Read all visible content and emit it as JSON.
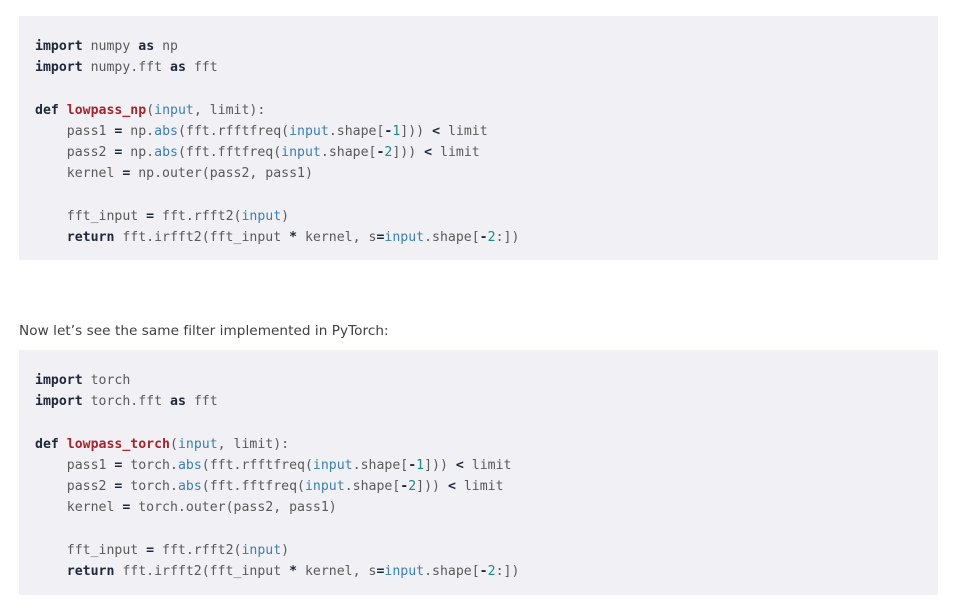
{
  "document": {
    "background_color": "#ffffff",
    "code_block_background": "#f1f0f5",
    "accent_colors": {
      "keyword": "#20293b",
      "function_name": "#a6232c",
      "builtin": "#3c7fb1",
      "number": "#1b8a86",
      "plain": "#5a5a5a",
      "body_text": "#404040"
    }
  },
  "paragraph": {
    "text": "Now let’s see the same filter implemented in PyTorch:"
  },
  "code_blocks": [
    {
      "language": "python",
      "name": "numpy-lowpass-filter",
      "lines": [
        [
          {
            "t": "import",
            "c": "kw"
          },
          {
            "t": " ",
            "c": "pln"
          },
          {
            "t": "numpy",
            "c": "pln"
          },
          {
            "t": " ",
            "c": "pln"
          },
          {
            "t": "as",
            "c": "kw"
          },
          {
            "t": " ",
            "c": "pln"
          },
          {
            "t": "np",
            "c": "pln"
          }
        ],
        [
          {
            "t": "import",
            "c": "kw"
          },
          {
            "t": " ",
            "c": "pln"
          },
          {
            "t": "numpy.fft",
            "c": "pln"
          },
          {
            "t": " ",
            "c": "pln"
          },
          {
            "t": "as",
            "c": "kw"
          },
          {
            "t": " ",
            "c": "pln"
          },
          {
            "t": "fft",
            "c": "pln"
          }
        ],
        [],
        [
          {
            "t": "def",
            "c": "kw"
          },
          {
            "t": " ",
            "c": "pln"
          },
          {
            "t": "lowpass_np",
            "c": "fn"
          },
          {
            "t": "(",
            "c": "pun"
          },
          {
            "t": "input",
            "c": "bi"
          },
          {
            "t": ", limit):",
            "c": "pun"
          }
        ],
        [
          {
            "t": "    pass1 ",
            "c": "pln"
          },
          {
            "t": "=",
            "c": "op"
          },
          {
            "t": " np.",
            "c": "pln"
          },
          {
            "t": "abs",
            "c": "bi"
          },
          {
            "t": "(fft.rfftfreq(",
            "c": "pun"
          },
          {
            "t": "input",
            "c": "bi"
          },
          {
            "t": ".shape[",
            "c": "pun"
          },
          {
            "t": "-",
            "c": "op"
          },
          {
            "t": "1",
            "c": "num"
          },
          {
            "t": "])) ",
            "c": "pun"
          },
          {
            "t": "<",
            "c": "op"
          },
          {
            "t": " limit",
            "c": "pln"
          }
        ],
        [
          {
            "t": "    pass2 ",
            "c": "pln"
          },
          {
            "t": "=",
            "c": "op"
          },
          {
            "t": " np.",
            "c": "pln"
          },
          {
            "t": "abs",
            "c": "bi"
          },
          {
            "t": "(fft.fftfreq(",
            "c": "pun"
          },
          {
            "t": "input",
            "c": "bi"
          },
          {
            "t": ".shape[",
            "c": "pun"
          },
          {
            "t": "-",
            "c": "op"
          },
          {
            "t": "2",
            "c": "num"
          },
          {
            "t": "])) ",
            "c": "pun"
          },
          {
            "t": "<",
            "c": "op"
          },
          {
            "t": " limit",
            "c": "pln"
          }
        ],
        [
          {
            "t": "    kernel ",
            "c": "pln"
          },
          {
            "t": "=",
            "c": "op"
          },
          {
            "t": " np.outer(pass2, pass1)",
            "c": "pln"
          }
        ],
        [],
        [
          {
            "t": "    fft_input ",
            "c": "pln"
          },
          {
            "t": "=",
            "c": "op"
          },
          {
            "t": " fft.rfft2(",
            "c": "pln"
          },
          {
            "t": "input",
            "c": "bi"
          },
          {
            "t": ")",
            "c": "pun"
          }
        ],
        [
          {
            "t": "    ",
            "c": "pln"
          },
          {
            "t": "return",
            "c": "kw"
          },
          {
            "t": " fft.irfft2(fft_input ",
            "c": "pln"
          },
          {
            "t": "*",
            "c": "op"
          },
          {
            "t": " kernel, s",
            "c": "pln"
          },
          {
            "t": "=",
            "c": "op"
          },
          {
            "t": "input",
            "c": "bi"
          },
          {
            "t": ".shape[",
            "c": "pun"
          },
          {
            "t": "-",
            "c": "op"
          },
          {
            "t": "2",
            "c": "num"
          },
          {
            "t": ":])",
            "c": "pun"
          }
        ]
      ]
    },
    {
      "language": "python",
      "name": "pytorch-lowpass-filter",
      "lines": [
        [
          {
            "t": "import",
            "c": "kw"
          },
          {
            "t": " ",
            "c": "pln"
          },
          {
            "t": "torch",
            "c": "pln"
          }
        ],
        [
          {
            "t": "import",
            "c": "kw"
          },
          {
            "t": " ",
            "c": "pln"
          },
          {
            "t": "torch.fft",
            "c": "pln"
          },
          {
            "t": " ",
            "c": "pln"
          },
          {
            "t": "as",
            "c": "kw"
          },
          {
            "t": " ",
            "c": "pln"
          },
          {
            "t": "fft",
            "c": "pln"
          }
        ],
        [],
        [
          {
            "t": "def",
            "c": "kw"
          },
          {
            "t": " ",
            "c": "pln"
          },
          {
            "t": "lowpass_torch",
            "c": "fn"
          },
          {
            "t": "(",
            "c": "pun"
          },
          {
            "t": "input",
            "c": "bi"
          },
          {
            "t": ", limit):",
            "c": "pun"
          }
        ],
        [
          {
            "t": "    pass1 ",
            "c": "pln"
          },
          {
            "t": "=",
            "c": "op"
          },
          {
            "t": " torch.",
            "c": "pln"
          },
          {
            "t": "abs",
            "c": "bi"
          },
          {
            "t": "(fft.rfftfreq(",
            "c": "pun"
          },
          {
            "t": "input",
            "c": "bi"
          },
          {
            "t": ".shape[",
            "c": "pun"
          },
          {
            "t": "-",
            "c": "op"
          },
          {
            "t": "1",
            "c": "num"
          },
          {
            "t": "])) ",
            "c": "pun"
          },
          {
            "t": "<",
            "c": "op"
          },
          {
            "t": " limit",
            "c": "pln"
          }
        ],
        [
          {
            "t": "    pass2 ",
            "c": "pln"
          },
          {
            "t": "=",
            "c": "op"
          },
          {
            "t": " torch.",
            "c": "pln"
          },
          {
            "t": "abs",
            "c": "bi"
          },
          {
            "t": "(fft.fftfreq(",
            "c": "pun"
          },
          {
            "t": "input",
            "c": "bi"
          },
          {
            "t": ".shape[",
            "c": "pun"
          },
          {
            "t": "-",
            "c": "op"
          },
          {
            "t": "2",
            "c": "num"
          },
          {
            "t": "])) ",
            "c": "pun"
          },
          {
            "t": "<",
            "c": "op"
          },
          {
            "t": " limit",
            "c": "pln"
          }
        ],
        [
          {
            "t": "    kernel ",
            "c": "pln"
          },
          {
            "t": "=",
            "c": "op"
          },
          {
            "t": " torch.outer(pass2, pass1)",
            "c": "pln"
          }
        ],
        [],
        [
          {
            "t": "    fft_input ",
            "c": "pln"
          },
          {
            "t": "=",
            "c": "op"
          },
          {
            "t": " fft.rfft2(",
            "c": "pln"
          },
          {
            "t": "input",
            "c": "bi"
          },
          {
            "t": ")",
            "c": "pun"
          }
        ],
        [
          {
            "t": "    ",
            "c": "pln"
          },
          {
            "t": "return",
            "c": "kw"
          },
          {
            "t": " fft.irfft2(fft_input ",
            "c": "pln"
          },
          {
            "t": "*",
            "c": "op"
          },
          {
            "t": " kernel, s",
            "c": "pln"
          },
          {
            "t": "=",
            "c": "op"
          },
          {
            "t": "input",
            "c": "bi"
          },
          {
            "t": ".shape[",
            "c": "pun"
          },
          {
            "t": "-",
            "c": "op"
          },
          {
            "t": "2",
            "c": "num"
          },
          {
            "t": ":])",
            "c": "pun"
          }
        ]
      ]
    }
  ]
}
